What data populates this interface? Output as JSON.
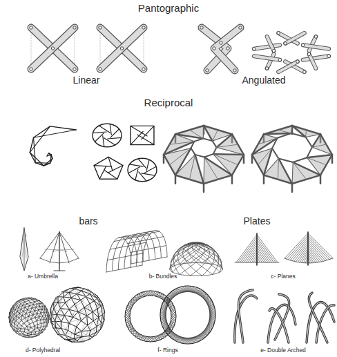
{
  "diagram": {
    "labels": [
      "Pantographic",
      "Linear",
      "Angulated",
      "Reciprocal",
      "bars",
      "Plates",
      "a- Umbrella",
      "b- Bundles",
      "c- Planes",
      "d- Polyhedral",
      "f- Rings",
      "e- Double Arched"
    ]
  }
}
